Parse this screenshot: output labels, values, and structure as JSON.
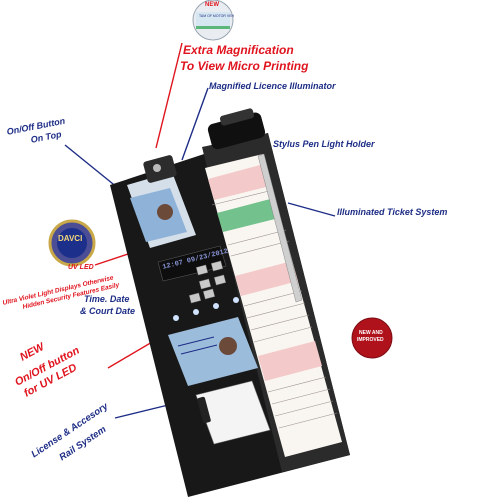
{
  "palette": {
    "navy": "#1d2d86",
    "red": "#e0141e",
    "device_body": "#181818",
    "paper_pink": "#f3c9c9",
    "paper_green": "#5cb77a",
    "ticket_paper": "#f9f6f1",
    "badge_red": "#b0121c"
  },
  "magnifier_inset": {
    "badge": "NEW",
    "micro_text": "TAM OF MOTOR VEH"
  },
  "callouts": {
    "extra_magnification": "Extra Magnification",
    "view_micro_printing": "To View Micro Printing",
    "magnified_illuminator": "Magnified Licence Illuminator",
    "on_off_line1": "On/Off Button",
    "on_off_line2": "On Top",
    "stylus_holder": "Stylus Pen Light Holder",
    "illuminated_ticket": "Illuminated Ticket System",
    "uv_led": "UV LED",
    "uv_desc_line1": "Ultra Violet Light Displays Otherwise",
    "uv_desc_line2": "Hidden Security Features Easily",
    "time_date_line1": "Time. Date",
    "time_date_line2": "& Court Date",
    "new_button_line1": "NEW",
    "new_button_line2": "On/Off button",
    "new_button_line3": "for UV LED",
    "rail_line1": "License & Accesory",
    "rail_line2": "Rail System"
  },
  "uv_card_text": "DAVCI",
  "display_text": "12:07 09/23/2012",
  "new_badge_line1": "NEW AND",
  "new_badge_line2": "IMPROVED"
}
